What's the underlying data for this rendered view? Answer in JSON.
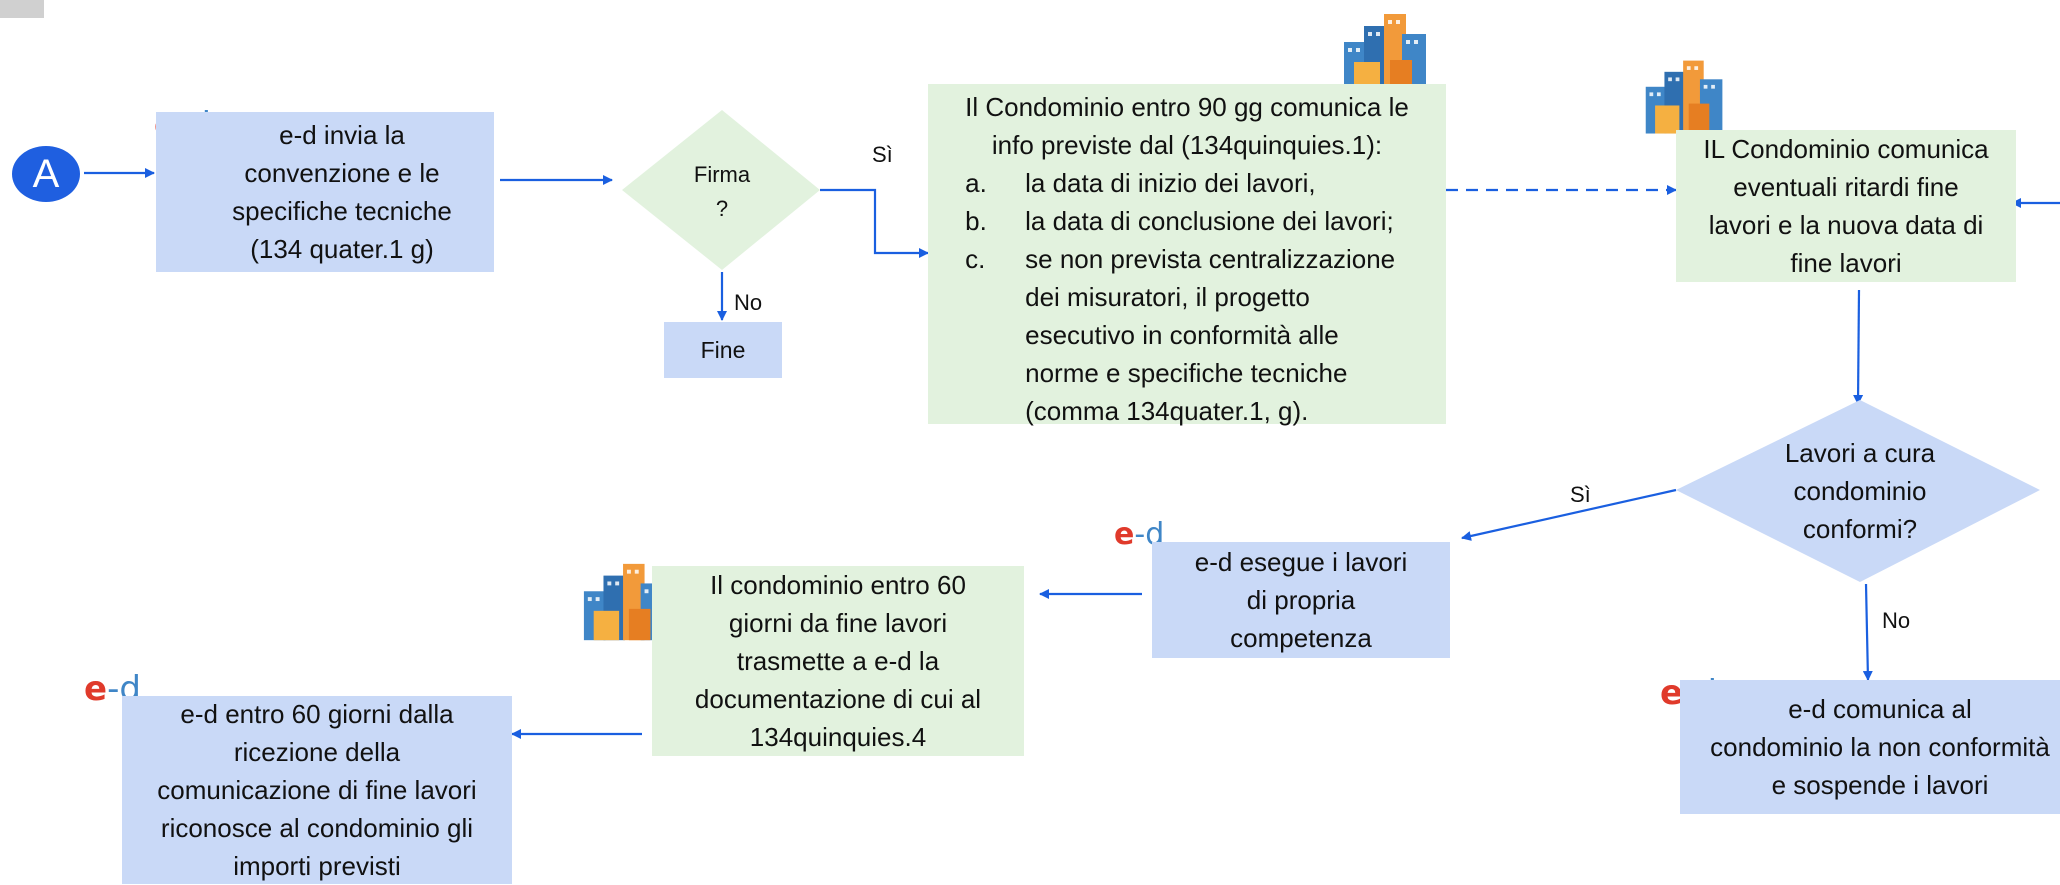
{
  "start_marker": "A",
  "ed_logo": {
    "e": "e",
    "sep": "-",
    "d": "d"
  },
  "boxes": {
    "ed_invia": [
      "e-d invia la",
      "convenzione e le",
      "specifiche tecniche",
      "(134 quater.1 g)"
    ],
    "firma": [
      "Firma",
      "?"
    ],
    "fine": "Fine",
    "condominio_90gg": {
      "intro": [
        "Il Condominio entro 90 gg comunica le",
        "info previste dal (134quinquies.1):"
      ],
      "items": [
        {
          "num": "a.",
          "lines": [
            "la data di inizio dei lavori,"
          ]
        },
        {
          "num": "b.",
          "lines": [
            "la data di conclusione dei lavori;"
          ]
        },
        {
          "num": "c.",
          "lines": [
            "se non prevista centralizzazione",
            "dei misuratori, il progetto",
            "esecutivo in conformità alle",
            "norme e specifiche tecniche",
            "(comma 134quater.1, g)."
          ]
        }
      ]
    },
    "condominio_ritardi": [
      "IL Condominio comunica",
      "eventuali ritardi fine",
      "lavori e la nuova data di",
      "fine lavori"
    ],
    "lavori_conformi": [
      "Lavori a cura",
      "condominio",
      "conformi?"
    ],
    "ed_esegue": [
      "e-d esegue i lavori",
      "di propria",
      "competenza"
    ],
    "condominio_60gg": [
      "Il condominio entro 60",
      "giorni da fine lavori",
      "trasmette a e-d la",
      "documentazione di cui al",
      "134quinquies.4"
    ],
    "ed_riconosce": [
      "e-d entro 60 giorni dalla",
      "ricezione della",
      "comunicazione di fine lavori",
      "riconosce al condominio gli",
      "importi previsti"
    ],
    "ed_comunica": [
      "e-d comunica al",
      "condominio la non conformità",
      "e sospende i lavori"
    ]
  },
  "edge_labels": {
    "firma_yes": "Sì",
    "firma_no": "No",
    "conformi_yes": "Sì",
    "conformi_no": "No"
  },
  "colors": {
    "blue_box": "#c9d9f7",
    "green_box": "#e2f2de",
    "arrow": "#1a5fe0",
    "start_circle": "#1f5fe0",
    "logo_e": "#e03a2b",
    "logo_d": "#3f86c7"
  },
  "icons": [
    "buildings-icon"
  ]
}
